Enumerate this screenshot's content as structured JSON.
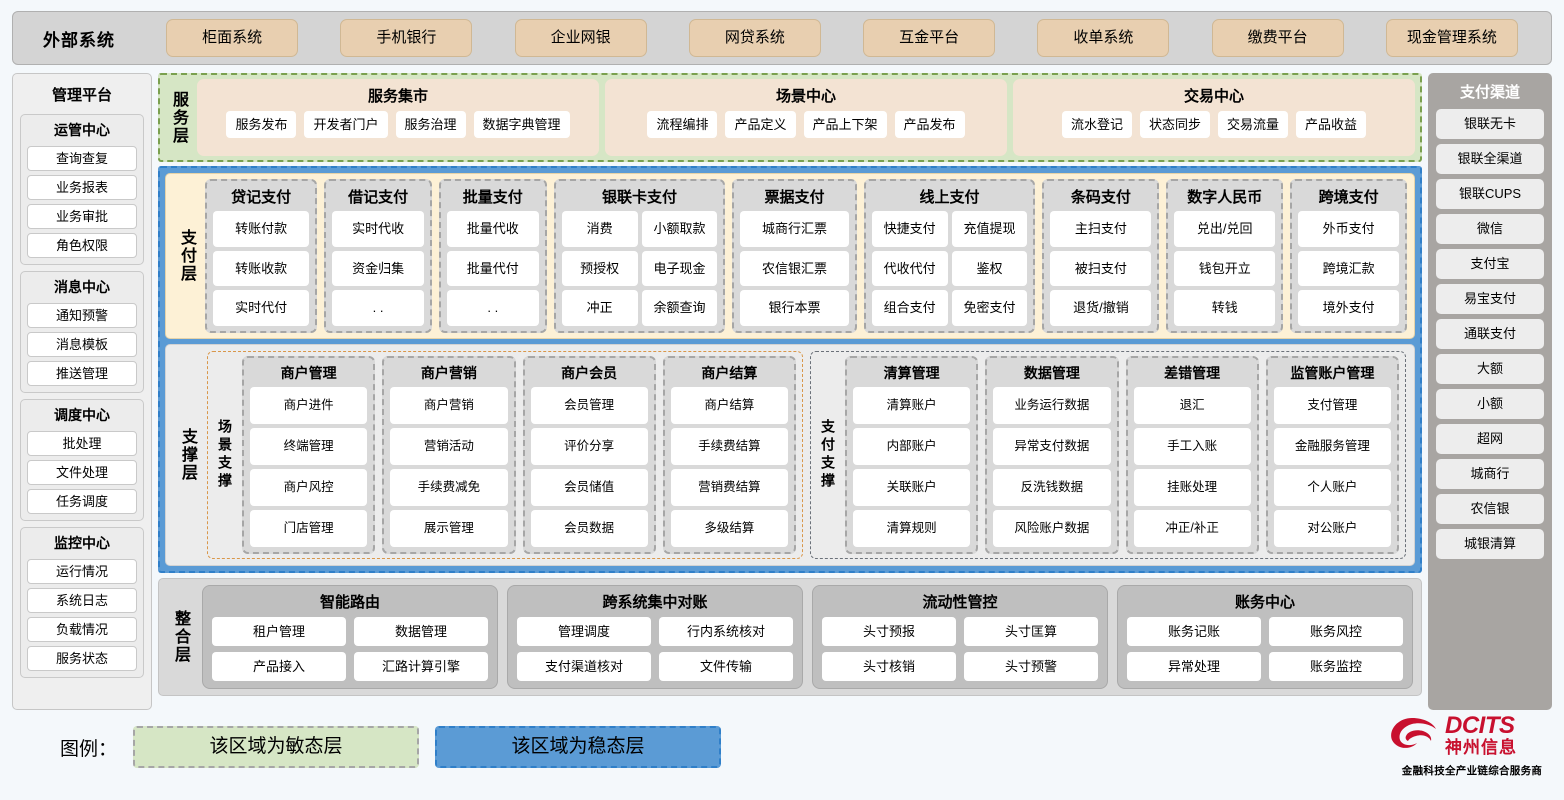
{
  "external": {
    "title": "外部系统",
    "items": [
      "柜面系统",
      "手机银行",
      "企业网银",
      "网贷系统",
      "互金平台",
      "收单系统",
      "缴费平台",
      "现金管理系统"
    ]
  },
  "management": {
    "title": "管理平台",
    "groups": [
      {
        "title": "运管中心",
        "items": [
          "查询查复",
          "业务报表",
          "业务审批",
          "角色权限"
        ]
      },
      {
        "title": "消息中心",
        "items": [
          "通知预警",
          "消息模板",
          "推送管理"
        ]
      },
      {
        "title": "调度中心",
        "items": [
          "批处理",
          "文件处理",
          "任务调度"
        ]
      },
      {
        "title": "监控中心",
        "items": [
          "运行情况",
          "系统日志",
          "负载情况",
          "服务状态"
        ]
      }
    ]
  },
  "channels": {
    "title": "支付渠道",
    "items": [
      "银联无卡",
      "银联全渠道",
      "银联CUPS",
      "微信",
      "支付宝",
      "易宝支付",
      "通联支付",
      "大额",
      "小额",
      "超网",
      "城商行",
      "农信银",
      "城银清算"
    ]
  },
  "service_layer": {
    "label": "服务层",
    "cards": [
      {
        "title": "服务集市",
        "items": [
          "服务发布",
          "开发者门户",
          "服务治理",
          "数据字典管理"
        ]
      },
      {
        "title": "场景中心",
        "items": [
          "流程编排",
          "产品定义",
          "产品上下架",
          "产品发布"
        ]
      },
      {
        "title": "交易中心",
        "items": [
          "流水登记",
          "状态同步",
          "交易流量",
          "产品收益"
        ]
      }
    ]
  },
  "payment_layer": {
    "label": "支付层",
    "groups": [
      {
        "title": "贷记支付",
        "cols": 1,
        "items": [
          "转账付款",
          "转账收款",
          "实时代付"
        ]
      },
      {
        "title": "借记支付",
        "cols": 1,
        "items": [
          "实时代收",
          "资金归集",
          ". ."
        ]
      },
      {
        "title": "批量支付",
        "cols": 1,
        "items": [
          "批量代收",
          "批量代付",
          ". ."
        ]
      },
      {
        "title": "银联卡支付",
        "cols": 2,
        "items": [
          "消费",
          "小额取款",
          "预授权",
          "电子现金",
          "冲正",
          "余额查询"
        ]
      },
      {
        "title": "票据支付",
        "cols": 1,
        "items": [
          "城商行汇票",
          "农信银汇票",
          "银行本票"
        ]
      },
      {
        "title": "线上支付",
        "cols": 2,
        "items": [
          "快捷支付",
          "充值提现",
          "代收代付",
          "鉴权",
          "组合支付",
          "免密支付"
        ]
      },
      {
        "title": "条码支付",
        "cols": 1,
        "items": [
          "主扫支付",
          "被扫支付",
          "退货/撤销"
        ]
      },
      {
        "title": "数字人民币",
        "cols": 1,
        "items": [
          "兑出/兑回",
          "钱包开立",
          "转钱"
        ]
      },
      {
        "title": "跨境支付",
        "cols": 1,
        "items": [
          "外币支付",
          "跨境汇款",
          "境外支付"
        ]
      }
    ]
  },
  "support_layer": {
    "label": "支撑层",
    "scene": {
      "label": "场景支撑",
      "groups": [
        {
          "title": "商户管理",
          "items": [
            "商户进件",
            "终端管理",
            "商户风控",
            "门店管理"
          ]
        },
        {
          "title": "商户营销",
          "items": [
            "商户营销",
            "营销活动",
            "手续费减免",
            "展示管理"
          ]
        },
        {
          "title": "商户会员",
          "items": [
            "会员管理",
            "评价分享",
            "会员储值",
            "会员数据"
          ]
        },
        {
          "title": "商户结算",
          "items": [
            "商户结算",
            "手续费结算",
            "营销费结算",
            "多级结算"
          ]
        }
      ]
    },
    "paysup": {
      "label": "支付支撑",
      "groups": [
        {
          "title": "清算管理",
          "items": [
            "清算账户",
            "内部账户",
            "关联账户",
            "清算规则"
          ]
        },
        {
          "title": "数据管理",
          "items": [
            "业务运行数据",
            "异常支付数据",
            "反洗钱数据",
            "风险账户数据"
          ]
        },
        {
          "title": "差错管理",
          "items": [
            "退汇",
            "手工入账",
            "挂账处理",
            "冲正/补正"
          ]
        },
        {
          "title": "监管账户管理",
          "items": [
            "支付管理",
            "金融服务管理",
            "个人账户",
            "对公账户"
          ]
        }
      ]
    }
  },
  "integration_layer": {
    "label": "整合层",
    "cards": [
      {
        "title": "智能路由",
        "items": [
          "租户管理",
          "数据管理",
          "产品接入",
          "汇路计算引擎"
        ]
      },
      {
        "title": "跨系统集中对账",
        "items": [
          "管理调度",
          "行内系统核对",
          "支付渠道核对",
          "文件传输"
        ]
      },
      {
        "title": "流动性管控",
        "items": [
          "头寸预报",
          "头寸匡算",
          "头寸核销",
          "头寸预警"
        ]
      },
      {
        "title": "账务中心",
        "items": [
          "账务记账",
          "账务风控",
          "异常处理",
          "账务监控"
        ]
      }
    ]
  },
  "legend": {
    "label": "图例：",
    "agile": "该区域为敏态层",
    "stable": "该区域为稳态层",
    "agile_color": "#d6e6c5",
    "stable_color": "#5b9bd5"
  },
  "logo": {
    "en": "DCITS",
    "cn": "神州信息",
    "tagline": "金融科技全产业链综合服务商",
    "brand_color": "#c8102e"
  }
}
